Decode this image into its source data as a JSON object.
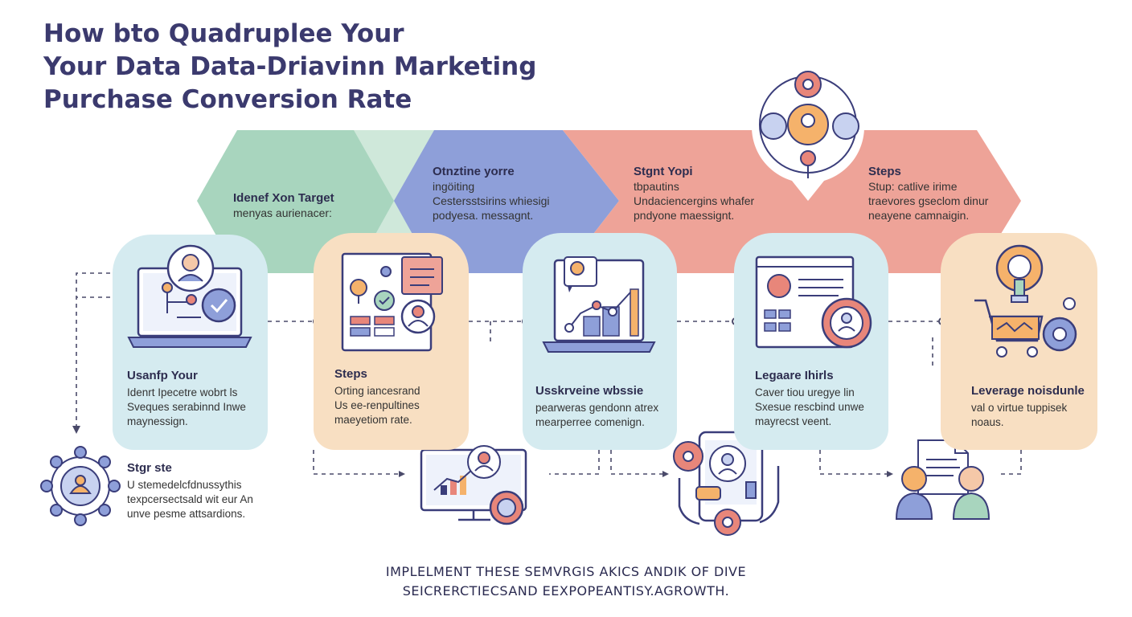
{
  "title": {
    "line1": "How bto Quadruplee Your",
    "line2": "Your Data Data-Driavinn Marketing",
    "line3": "Purchase Conversion Rate"
  },
  "bands": [
    {
      "heading": "Idenef Xon Target",
      "line1": "menyas aurienacer:",
      "line2": ""
    },
    {
      "heading": "Otnztine yorre",
      "line1": "ingöiting",
      "line2": "Cestersstsirins whiesigi",
      "line3": "podyesa. messagnt."
    },
    {
      "heading": "Stgnt Yopi",
      "line1": "tbpautins",
      "line2": "Undaciencergins whafer",
      "line3": "pndyone maessignt."
    },
    {
      "heading": "Steps",
      "line1": "Stup: catlive irime",
      "line2": "traevores gseclom dinur",
      "line3": "neayene camnaigin."
    }
  ],
  "cards": [
    {
      "heading": "Usanfp Your",
      "line1": "Idenrt Ipecetre wobrt ls",
      "line2": "Sveques serabinnd Inwe",
      "line3": "maynessign."
    },
    {
      "heading": "Steps",
      "line1": "Orting iancesrand",
      "line2": "Us ee-renpultines",
      "line3": "maeyetiom rate."
    },
    {
      "heading": "Usskrveine wbssie",
      "line1": "pearweras gendonn atrex",
      "line2": "mearperree comenign."
    },
    {
      "heading": "Legaare Ihirls",
      "line1": "Caver tiou uregye lin",
      "line2": "Sxesue rescbind unwe",
      "line3": "mayrecst veent."
    },
    {
      "heading": "Leverage noisdunle",
      "line1": "val o virtue tuppisek",
      "line2": "noaus."
    }
  ],
  "side_note": {
    "heading": "Stgr ste",
    "line1": "U stemedelcfdnussythis",
    "line2": "texpcersectsald wit eur An",
    "line3": "unve pesme attsardions."
  },
  "footer": {
    "line1": "IMPLELMENT THESE SEMVRGIS AKICS ANDIK OF DIVE",
    "line2": "SEICRERCTIECSAND EEXPOPEANTISY.AGROWTH."
  },
  "colors": {
    "band_green": "#a8d5be",
    "band_blue": "#8e9fd9",
    "band_salmon": "#eea398",
    "card_blue": "#d5ebf0",
    "card_peach": "#f8dfc2",
    "icon_navy": "#3a3d7a",
    "icon_coral": "#e8867a",
    "icon_orange": "#f5b26b"
  }
}
